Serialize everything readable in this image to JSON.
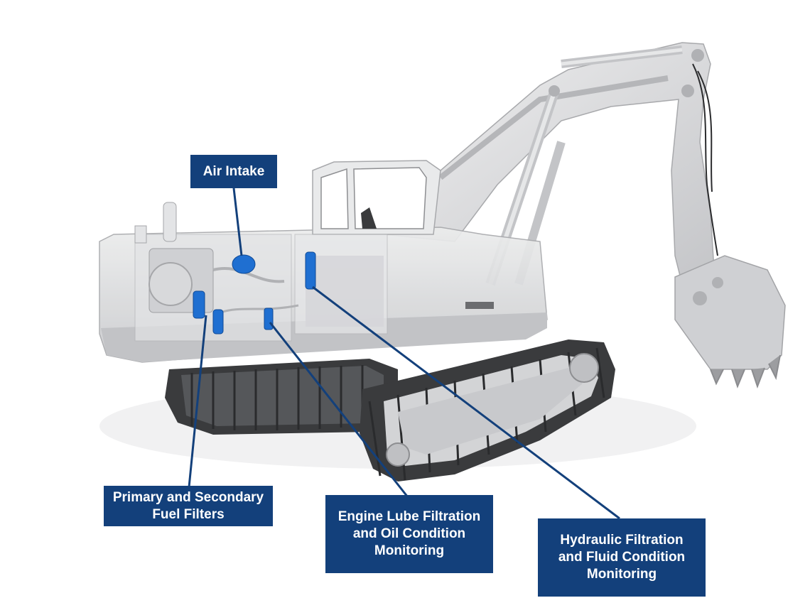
{
  "colors": {
    "label_bg": "#13407b",
    "label_text": "#ffffff",
    "leader_line": "#13407b",
    "component_highlight": "#1f6fd1",
    "machine_body": "#d9dadd",
    "track": "#3a3b3d"
  },
  "labels": {
    "air_intake": [
      "Air Intake"
    ],
    "fuel_filters": [
      "Primary and Secondary",
      "Fuel Filters"
    ],
    "engine_lube": [
      "Engine Lube Filtration",
      "and Oil Condition",
      "Monitoring"
    ],
    "hydraulic": [
      "Hydraulic Filtration",
      "and Fluid Condition",
      "Monitoring"
    ]
  }
}
